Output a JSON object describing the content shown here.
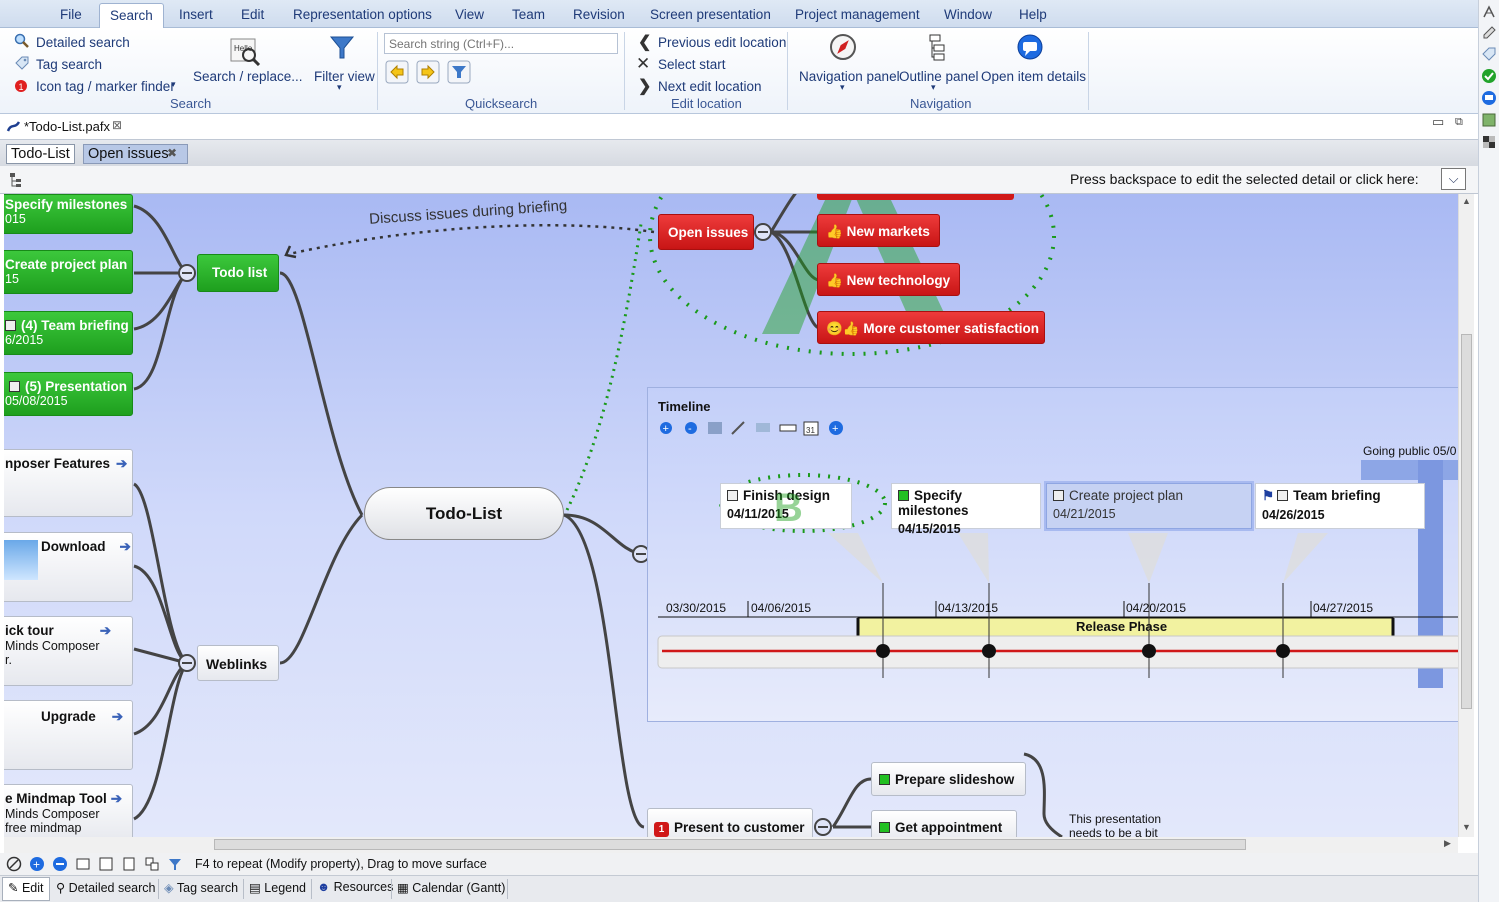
{
  "menu": [
    "File",
    "Search",
    "Insert",
    "Edit",
    "Representation options",
    "View",
    "Team",
    "Revision",
    "Screen presentation",
    "Project management",
    "Window",
    "Help"
  ],
  "ribbon": {
    "search_group": {
      "detailed_search": "Detailed search",
      "tag_search": "Tag search",
      "icon_tag_finder": "Icon tag / marker finder",
      "search_replace": "Search / replace...",
      "filter_view": "Filter view",
      "label": "Search"
    },
    "quicksearch": {
      "placeholder": "Search string (Ctrl+F)...",
      "label": "Quicksearch"
    },
    "edit_location": {
      "previous": "Previous edit location",
      "select_start": "Select start",
      "next": "Next edit location",
      "label": "Edit location"
    },
    "navigation": {
      "nav_panel": "Navigation panel",
      "outline_panel": "Outline panel",
      "open_item_details": "Open item details",
      "label": "Navigation"
    }
  },
  "document": {
    "tab": "*Todo-List.pafx"
  },
  "view_tabs": [
    "Todo-List",
    "Open issues"
  ],
  "detail_bar": {
    "text": "Press backspace to edit the selected detail or click here:"
  },
  "map": {
    "center": "Todo-List",
    "annotation": "Discuss issues during briefing",
    "todo_list": "Todo list",
    "open_issues": "Open issues",
    "new_markets": "New markets",
    "new_technology": "New technology",
    "more_customer_satisfaction": "More customer satisfaction",
    "weblinks": "Weblinks",
    "present_to_customer": "Present to customer",
    "prepare_slideshow": "Prepare slideshow",
    "get_appointment": "Get appointment",
    "presentation_note_1": "This presentation",
    "presentation_note_2": "needs to be a bit",
    "letter_a": "A",
    "letter_b": "B",
    "left_nodes": [
      {
        "title": "Specify milestones",
        "sub": "015"
      },
      {
        "title": "Create project plan",
        "sub": "15"
      },
      {
        "title": "(4) Team briefing",
        "sub": "6/2015"
      },
      {
        "title": "(5) Presentation",
        "sub": "05/08/2015"
      }
    ],
    "web_nodes": [
      {
        "title": "nposer Features",
        "sub": ""
      },
      {
        "title": "Download",
        "sub": ""
      },
      {
        "title": "ick tour",
        "sub": "Minds Composer",
        "sub2": "r."
      },
      {
        "title": "Upgrade",
        "sub": ""
      },
      {
        "title": "e Mindmap Tool",
        "sub": "Minds Composer",
        "sub2": "free mindmap"
      }
    ]
  },
  "timeline": {
    "title": "Timeline",
    "cards": [
      {
        "title": "Finish design",
        "date": "04/11/2015"
      },
      {
        "title": "Specify milestones",
        "date": "04/15/2015"
      },
      {
        "title": "Create project plan",
        "date": "04/21/2015"
      },
      {
        "title": "Team briefing",
        "date": "04/26/2015"
      }
    ],
    "dates": [
      "03/30/2015",
      "04/06/2015",
      "04/13/2015",
      "04/20/2015",
      "04/27/2015"
    ],
    "phase": "Release Phase",
    "going_public": "Going public 05/0"
  },
  "status": {
    "hint": "F4 to repeat (Modify property), Drag to move surface"
  },
  "bottom_tabs": [
    "Edit",
    "Detailed search",
    "Tag search",
    "Legend",
    "Resources",
    "Calendar (Gantt)"
  ]
}
